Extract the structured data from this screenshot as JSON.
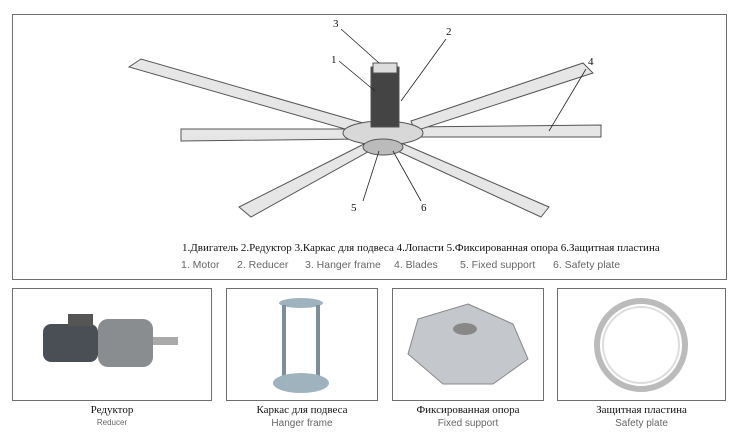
{
  "main": {
    "callouts": [
      "1",
      "2",
      "3",
      "4",
      "5",
      "6"
    ],
    "legend_ru": [
      "1.Двигатель",
      "2.Редуктор",
      "3.Каркас для подвеса",
      "4.Лопасти",
      "5.Фиксированная опора",
      "6.Защитная пластина"
    ],
    "legend_en": [
      "1. Motor",
      "2. Reducer",
      "3. Hanger frame",
      "4. Blades",
      "5. Fixed support",
      "6. Safety plate"
    ]
  },
  "parts": [
    {
      "ru": "Редуктор",
      "en": "Reducer"
    },
    {
      "ru": "Каркас для подвеса",
      "en": "Hanger frame"
    },
    {
      "ru": "Фиксированная опора",
      "en": "Fixed support"
    },
    {
      "ru": "Защитная пластина",
      "en": "Safety plate"
    }
  ]
}
